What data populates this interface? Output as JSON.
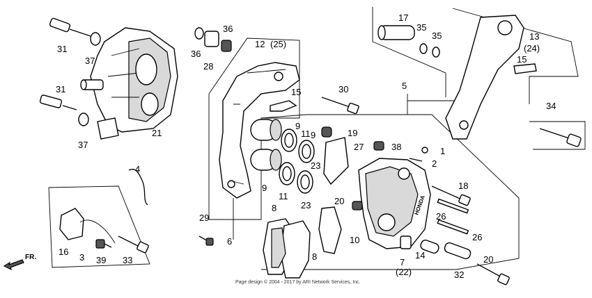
{
  "diagram": {
    "labels": [
      {
        "id": "l31a",
        "text": "31"
      },
      {
        "id": "l37a",
        "text": "37"
      },
      {
        "id": "l31b",
        "text": "31"
      },
      {
        "id": "l37b",
        "text": "37"
      },
      {
        "id": "l21",
        "text": "21"
      },
      {
        "id": "l36a",
        "text": "36"
      },
      {
        "id": "l36b",
        "text": "36"
      },
      {
        "id": "l28",
        "text": "28"
      },
      {
        "id": "l12",
        "text": "12"
      },
      {
        "id": "l25",
        "text": "(25)"
      },
      {
        "id": "l15a",
        "text": "15"
      },
      {
        "id": "l30",
        "text": "30"
      },
      {
        "id": "l9a",
        "text": "9"
      },
      {
        "id": "l11a",
        "text": "11"
      },
      {
        "id": "l9b",
        "text": "9"
      },
      {
        "id": "l9c",
        "text": "9"
      },
      {
        "id": "l11b",
        "text": "11"
      },
      {
        "id": "l23a",
        "text": "23"
      },
      {
        "id": "l23b",
        "text": "23"
      },
      {
        "id": "l19",
        "text": "19"
      },
      {
        "id": "l27",
        "text": "27"
      },
      {
        "id": "l38",
        "text": "38"
      },
      {
        "id": "l1",
        "text": "1"
      },
      {
        "id": "l2",
        "text": "2"
      },
      {
        "id": "l17",
        "text": "17"
      },
      {
        "id": "l35a",
        "text": "35"
      },
      {
        "id": "l35b",
        "text": "35"
      },
      {
        "id": "l13",
        "text": "13"
      },
      {
        "id": "l24",
        "text": "(24)"
      },
      {
        "id": "l15b",
        "text": "15"
      },
      {
        "id": "l5",
        "text": "5"
      },
      {
        "id": "l34",
        "text": "34"
      },
      {
        "id": "l4",
        "text": "4"
      },
      {
        "id": "l18",
        "text": "18"
      },
      {
        "id": "l20a",
        "text": "20"
      },
      {
        "id": "l26a",
        "text": "26"
      },
      {
        "id": "l26b",
        "text": "26"
      },
      {
        "id": "l29",
        "text": "29"
      },
      {
        "id": "l6",
        "text": "6"
      },
      {
        "id": "l8a",
        "text": "8"
      },
      {
        "id": "l8b",
        "text": "8"
      },
      {
        "id": "l10",
        "text": "10"
      },
      {
        "id": "l14",
        "text": "14"
      },
      {
        "id": "l20b",
        "text": "20"
      },
      {
        "id": "l7",
        "text": "7"
      },
      {
        "id": "l22",
        "text": "(22)"
      },
      {
        "id": "l32",
        "text": "32"
      },
      {
        "id": "l16",
        "text": "16"
      },
      {
        "id": "l3",
        "text": "3"
      },
      {
        "id": "l39",
        "text": "39"
      },
      {
        "id": "l33",
        "text": "33"
      }
    ],
    "direction_marker": "FR.",
    "brand_text": "HONDA",
    "footer_text": "Page design © 2004 - 2017 by ARI Network Services, Inc."
  }
}
